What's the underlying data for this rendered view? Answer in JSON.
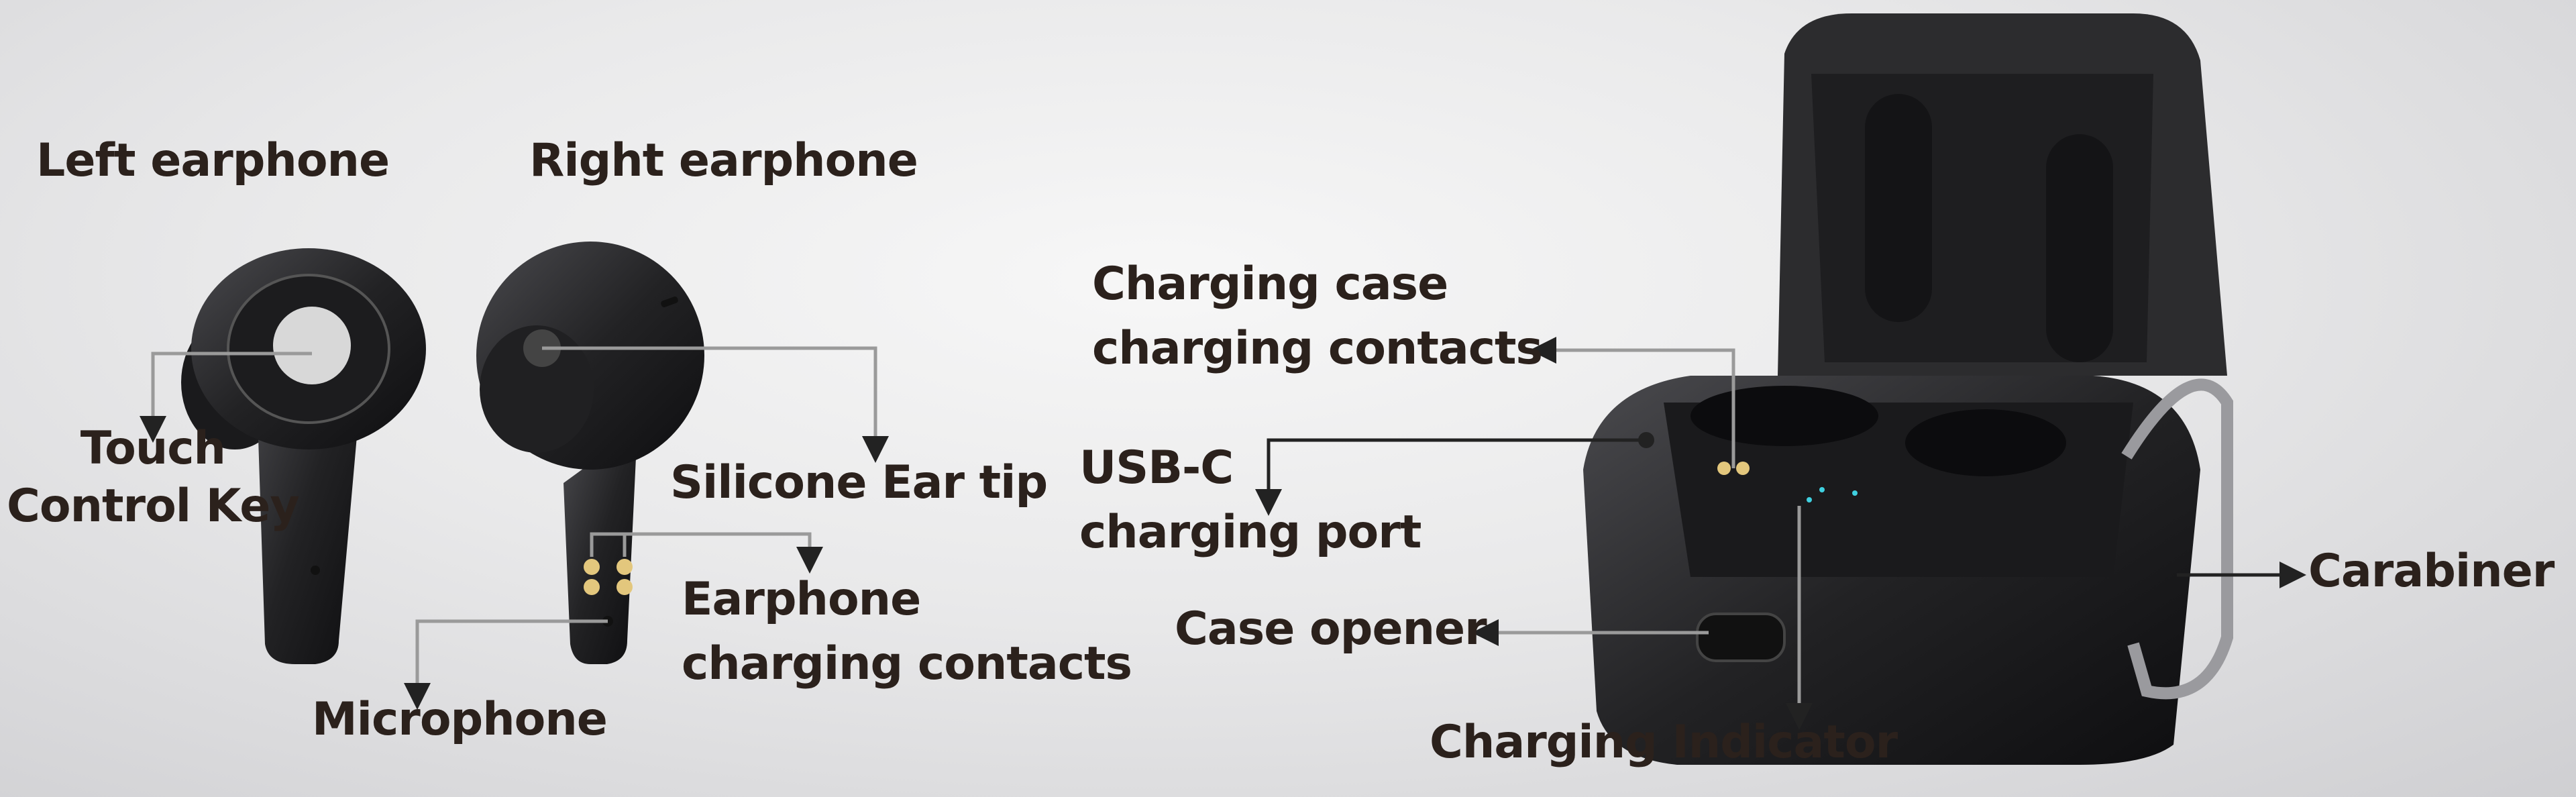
{
  "earphones": {
    "left_title": "Left earphone",
    "right_title": "Right earphone",
    "touch_control": [
      "Touch",
      "Control Key"
    ],
    "ear_tip": "Silicone Ear tip",
    "earphone_contacts": [
      "Earphone",
      "charging contacts"
    ],
    "microphone": "Microphone"
  },
  "case": {
    "case_contacts": [
      "Charging case",
      "charging contacts"
    ],
    "usb_port": [
      "USB-C",
      "charging port"
    ],
    "case_opener": "Case opener",
    "charging_indicator": "Charging Indicator",
    "carabiner": "Carabiner"
  },
  "colors": {
    "text": "#2b211c",
    "leader": "#9a9a9a",
    "device": "#2a2a2c",
    "indicator": "#3fd0e0"
  }
}
